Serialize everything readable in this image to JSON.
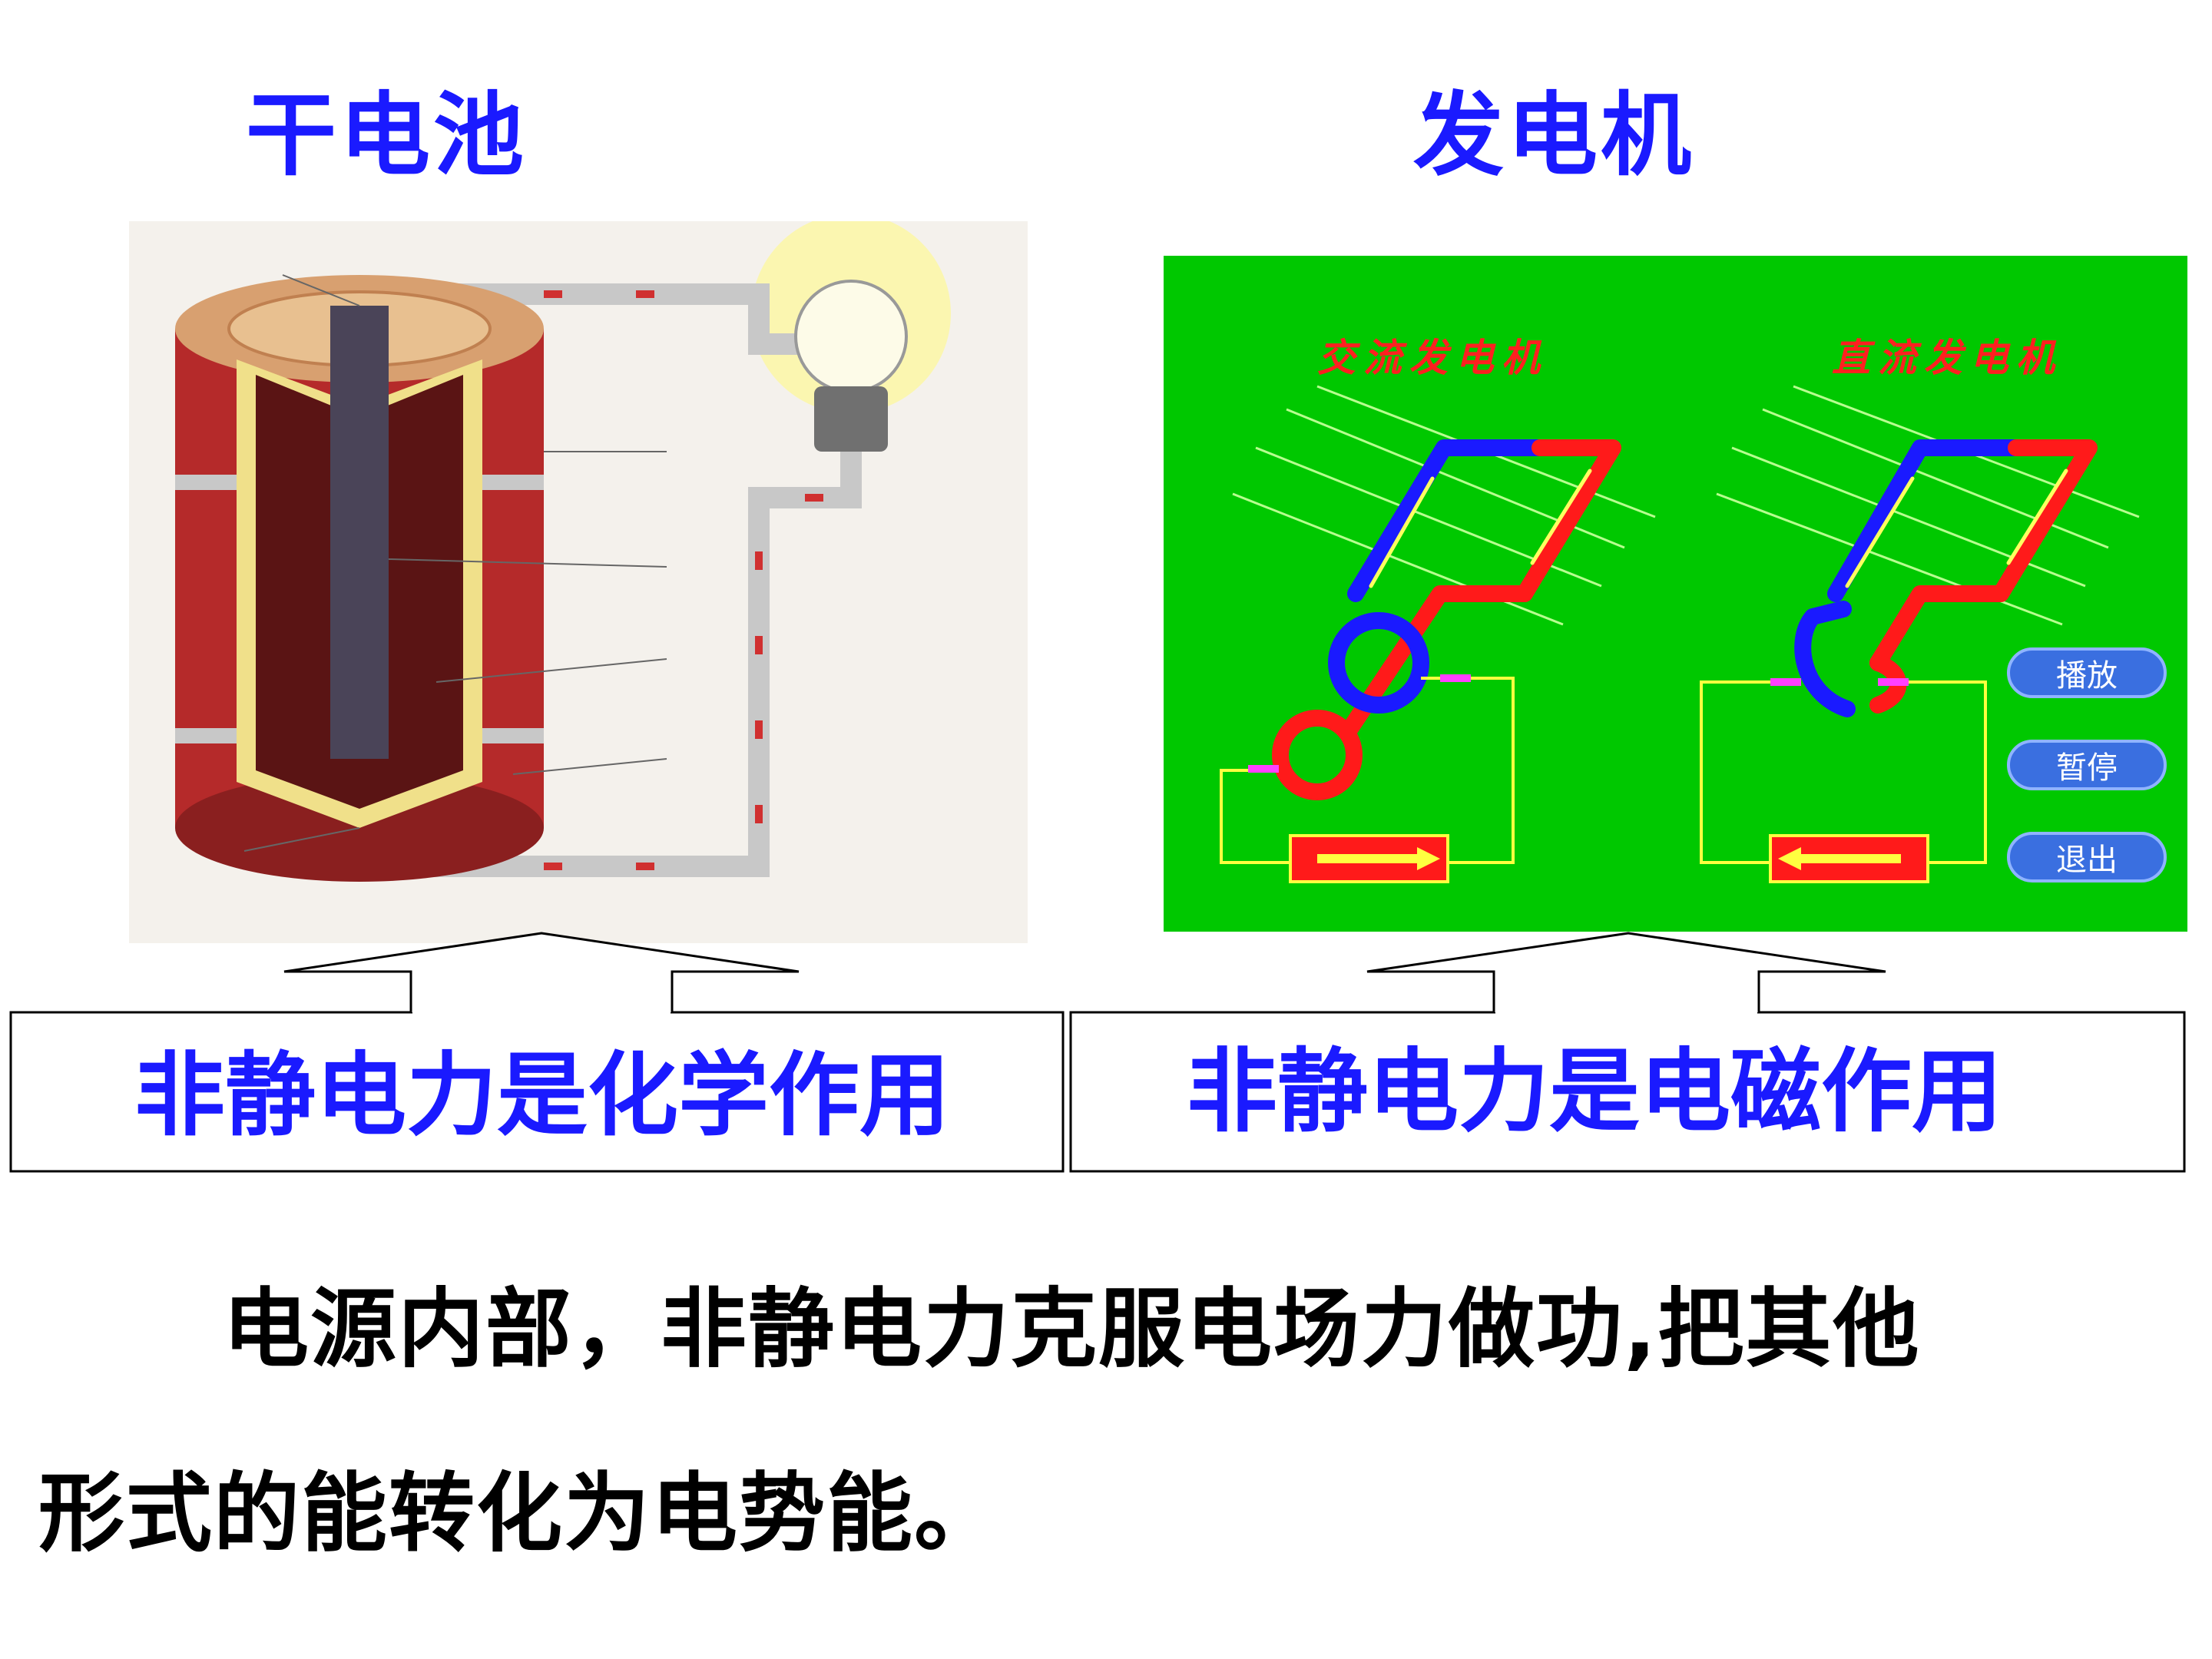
{
  "titles": {
    "battery": "干电池",
    "generator": "发电机"
  },
  "generator_screen": {
    "ac_label": "交流发电机",
    "dc_label": "直流发电机",
    "buttons": {
      "play": "播放",
      "pause": "暂停",
      "exit": "退出"
    }
  },
  "callouts": {
    "left": "非静电力是化学作用",
    "right": "非静电力是电磁作用"
  },
  "body": {
    "line1": "电源内部，非静电力克服电场力做功,把其他",
    "line2": "形式的能转化为电势能。"
  },
  "colors": {
    "title_blue": "#1a1aff",
    "generator_bg": "#00c800",
    "battery_red": "#b52a2a"
  }
}
